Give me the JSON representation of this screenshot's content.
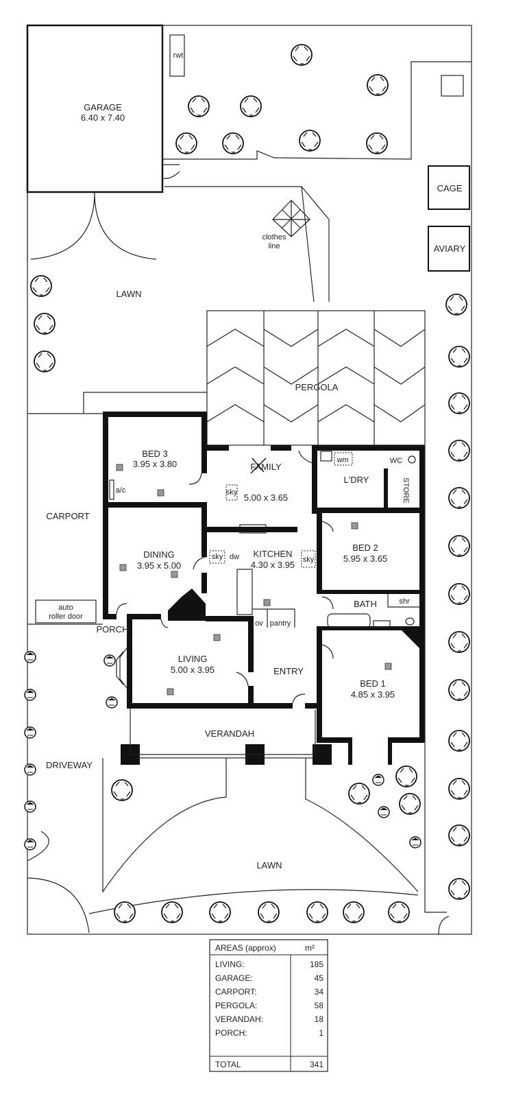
{
  "rooms": {
    "garage": {
      "name": "GARAGE",
      "dims": "6.40 x 7.40"
    },
    "bed3": {
      "name": "BED 3",
      "dims": "3.95 x 3.80"
    },
    "family": {
      "name": "FAMILY",
      "dims": "5.00 x 3.65"
    },
    "dining": {
      "name": "DINING",
      "dims": "3.95 x 5.00"
    },
    "kitchen": {
      "name": "KITCHEN",
      "dims": "4.30 x 3.95"
    },
    "bed2": {
      "name": "BED 2",
      "dims": "5.95 x 3.65"
    },
    "living": {
      "name": "LIVING",
      "dims": "5.00 x 3.95"
    },
    "bed1": {
      "name": "BED 1",
      "dims": "4.85 x 3.95"
    },
    "laundry": "L'DRY",
    "store": "STORE",
    "wc": "WC",
    "bath": "BATH",
    "shr": "shr",
    "entry": "ENTRY",
    "porch": "PORCH",
    "verandah": "VERANDAH",
    "pergola": "PERGOLA",
    "carport": "CARPORT",
    "driveway": "DRIVEWAY",
    "lawn_top": "LAWN",
    "lawn_bottom": "LAWN",
    "cage": "CAGE",
    "aviary": "AVIARY",
    "rwt": "rwt"
  },
  "fixtures": {
    "clothes_line_1": "clothes",
    "clothes_line_2": "line",
    "auto_door_1": "auto",
    "auto_door_2": "roller door",
    "ac": "a/c",
    "sky": "sky",
    "dw": "dw",
    "ov": "ov",
    "pantry": "pantry",
    "wm": "wm"
  },
  "areas": {
    "title": "AREAS (approx)",
    "unit": "m²",
    "rows": [
      {
        "label": "LIVING:",
        "value": "185"
      },
      {
        "label": "GARAGE:",
        "value": "45"
      },
      {
        "label": "CARPORT:",
        "value": "34"
      },
      {
        "label": "PERGOLA:",
        "value": "58"
      },
      {
        "label": "VERANDAH:",
        "value": "18"
      },
      {
        "label": "PORCH:",
        "value": "1"
      }
    ],
    "total_label": "TOTAL",
    "total_value": "341"
  }
}
